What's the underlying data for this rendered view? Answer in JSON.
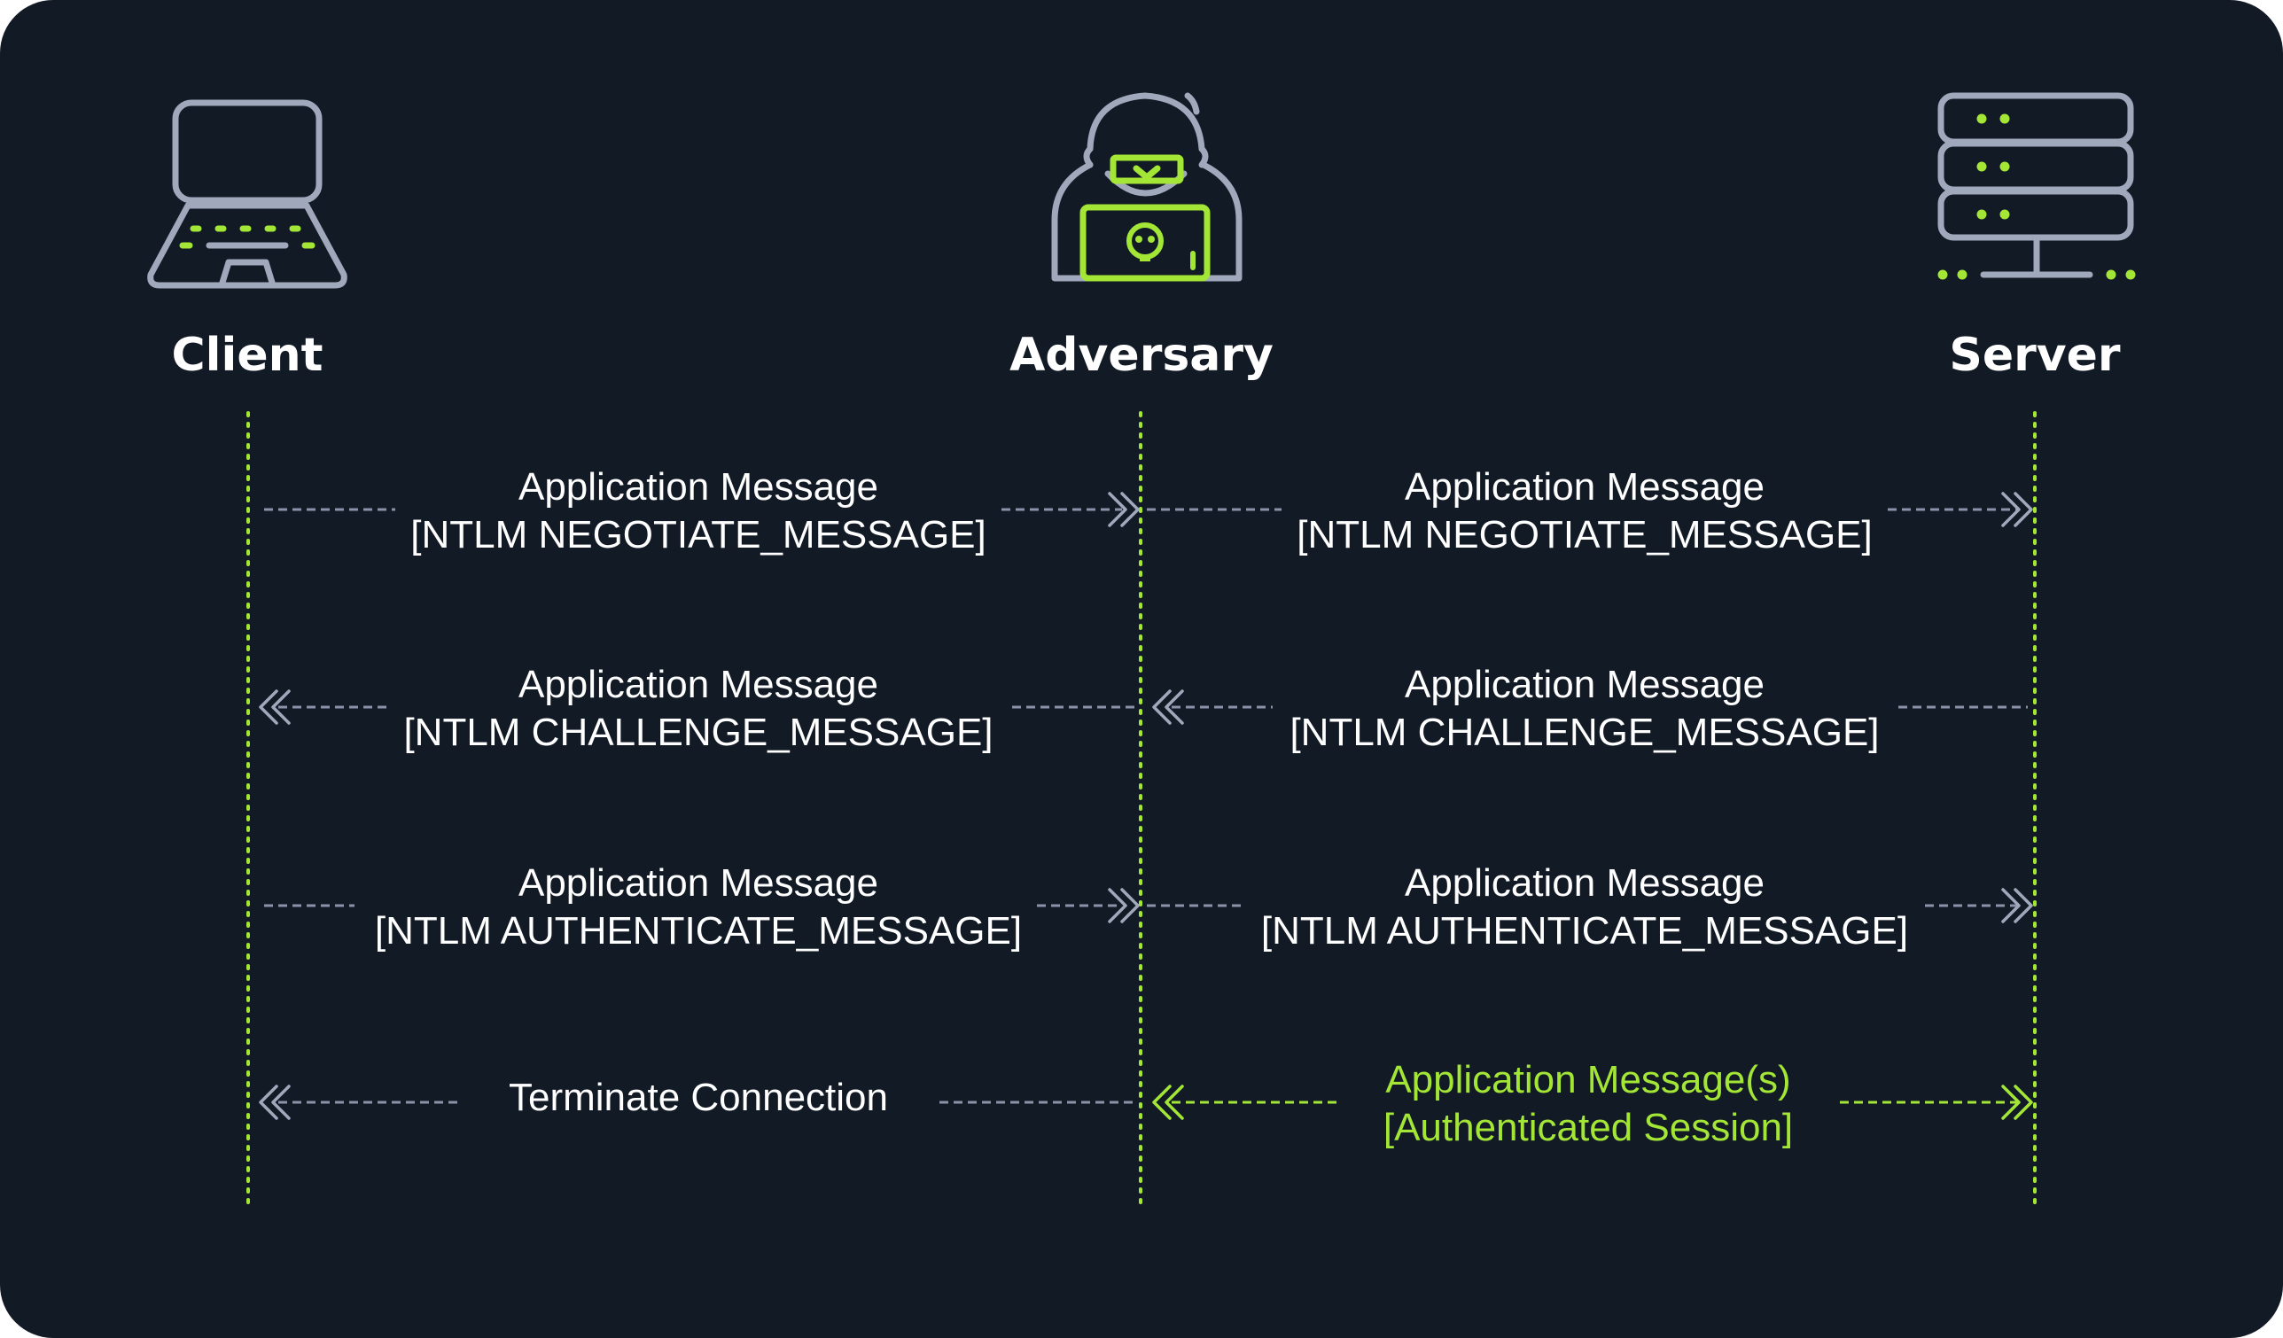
{
  "actors": {
    "client": {
      "label": "Client"
    },
    "adversary": {
      "label": "Adversary"
    },
    "server": {
      "label": "Server"
    }
  },
  "messages": {
    "negotiate_left": {
      "line1": "Application Message",
      "line2": "[NTLM NEGOTIATE_MESSAGE]"
    },
    "negotiate_right": {
      "line1": "Application Message",
      "line2": "[NTLM NEGOTIATE_MESSAGE]"
    },
    "challenge_left": {
      "line1": "Application Message",
      "line2": "[NTLM CHALLENGE_MESSAGE]"
    },
    "challenge_right": {
      "line1": "Application Message",
      "line2": "[NTLM CHALLENGE_MESSAGE]"
    },
    "authenticate_left": {
      "line1": "Application Message",
      "line2": "[NTLM AUTHENTICATE_MESSAGE]"
    },
    "authenticate_right": {
      "line1": "Application Message",
      "line2": "[NTLM AUTHENTICATE_MESSAGE]"
    },
    "terminate": {
      "line1": "Terminate Connection"
    },
    "session": {
      "line1": "Application Message(s)",
      "line2": "[Authenticated Session]"
    }
  },
  "colors": {
    "background": "#121a26",
    "accent": "#a3e635",
    "text": "#ffffff",
    "line": "#8a93a8"
  },
  "icons": {
    "client": "laptop-icon",
    "adversary": "hooded-hacker-icon",
    "server": "server-rack-icon"
  }
}
